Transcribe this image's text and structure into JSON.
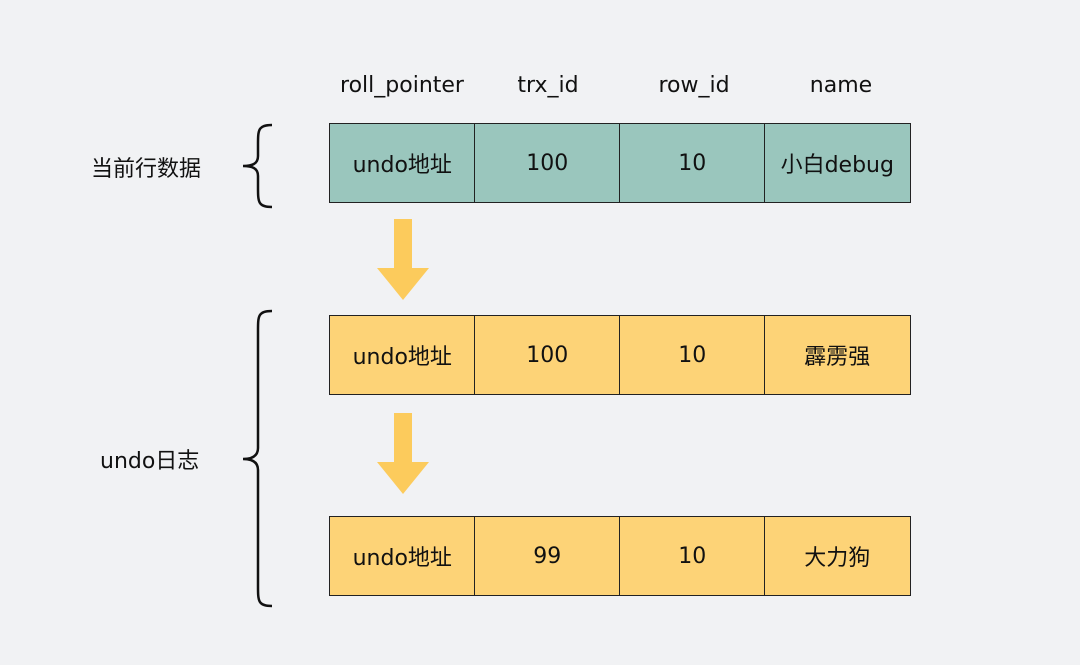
{
  "columns": [
    "roll_pointer",
    "trx_id",
    "row_id",
    "name"
  ],
  "labels": {
    "current": "当前行数据",
    "undo_log": "undo日志"
  },
  "rows": [
    {
      "kind": "current",
      "cells": [
        "undo地址",
        "100",
        "10",
        "小白debug"
      ]
    },
    {
      "kind": "undo",
      "cells": [
        "undo地址",
        "100",
        "10",
        "霹雳强"
      ]
    },
    {
      "kind": "undo",
      "cells": [
        "undo地址",
        "99",
        "10",
        "大力狗"
      ]
    }
  ],
  "colors": {
    "current_row": "#9ac6bd",
    "undo_row": "#fdd377",
    "arrow": "#fccb5c",
    "background": "#f1f2f4"
  }
}
